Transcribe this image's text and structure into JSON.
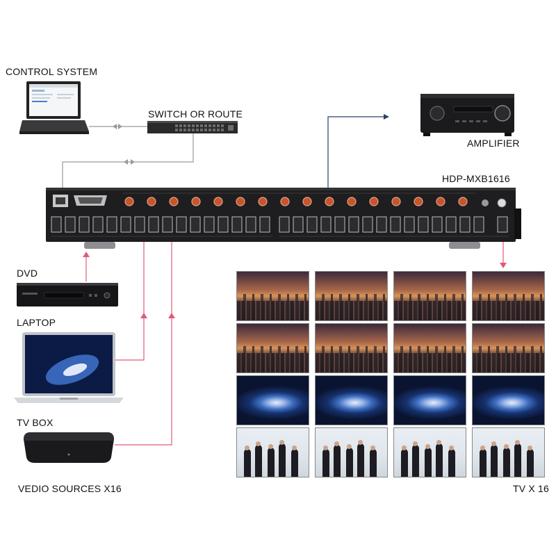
{
  "labels": {
    "control_system": "CONTROL SYSTEM",
    "switch_or_route": "SWITCH OR ROUTE",
    "amplifier": "AMPLIFIER",
    "model": "HDP-MXB1616",
    "dvd": "DVD",
    "laptop": "LAPTOP",
    "tv_box": "TV BOX",
    "video_sources": "VEDIO SOURCES X16",
    "tv_count": "TV X 16"
  },
  "colors": {
    "signal_line": "#e05a78",
    "network_line": "#9a9a9a",
    "audio_line": "#2b3f6b",
    "matrix_body": "#1e1e20"
  },
  "tv_wall": {
    "rows": [
      "city",
      "city",
      "galaxy",
      "people"
    ],
    "columns": 4
  }
}
